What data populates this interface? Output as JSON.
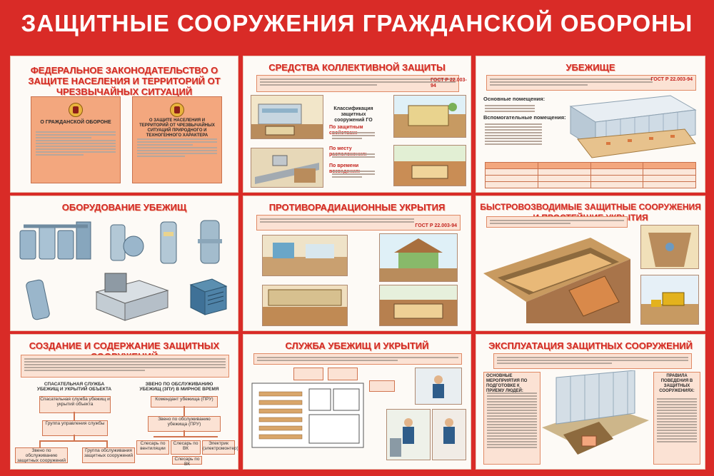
{
  "title": "ЗАЩИТНЫЕ СООРУЖЕНИЯ ГРАЖДАНСКОЙ ОБОРОНЫ",
  "colors": {
    "background": "#d92b27",
    "panel": "#fdfaf6",
    "accent": "#f3a77e",
    "heading": "#d32a24"
  },
  "panels": {
    "legislation": {
      "title": "ФЕДЕРАЛЬНОЕ ЗАКОНОДАТЕЛЬСТВО О ЗАЩИТЕ НАСЕЛЕНИЯ И ТЕРРИТОРИЙ ОТ ЧРЕЗВЫЧАЙНЫХ СИТУАЦИЙ",
      "law1_title": "О ГРАЖДАНСКОЙ ОБОРОНЕ",
      "law2_title": "О ЗАЩИТЕ НАСЕЛЕНИЯ И ТЕРРИТОРИЙ ОТ ЧРЕЗВЫЧАЙНЫХ СИТУАЦИЙ ПРИРОДНОГО И ТЕХНОГЕННОГО ХАРАКТЕРА"
    },
    "collective": {
      "title": "СРЕДСТВА КОЛЛЕКТИВНОЙ ЗАЩИТЫ",
      "classification_title": "Классификация защитных сооружений ГО",
      "std": "ГОСТ Р 22.003-94",
      "items": [
        "По защитным свойствам:",
        "По месту расположения:",
        "По времени возведения:"
      ]
    },
    "shelter": {
      "title": "УБЕЖИЩЕ",
      "main_rooms": "Основные помещения:",
      "aux_rooms": "Вспомогательные помещения:",
      "std": "ГОСТ Р 22.003-94"
    },
    "equipment": {
      "title": "ОБОРУДОВАНИЕ УБЕЖИЩ"
    },
    "antiradiation": {
      "title": "ПРОТИВОРАДИАЦИОННЫЕ УКРЫТИЯ",
      "std": "ГОСТ Р 22.003-94"
    },
    "quick": {
      "title": "БЫСТРОВОЗВОДИМЫЕ ЗАЩИТНЫЕ СООРУЖЕНИЯ И ПРОСТЕЙШИЕ УКРЫТИЯ"
    },
    "maintenance": {
      "title": "СОЗДАНИЕ И СОДЕРЖАНИЕ ЗАЩИТНЫХ СООРУЖЕНИЙ",
      "left_header": "СПАСАТЕЛЬНАЯ СЛУЖБА УБЕЖИЩ И УКРЫТИЙ ОБЪЕКТА",
      "right_header": "ЗВЕНО ПО ОБСЛУЖИВАНИЮ УБЕЖИЩ (ЗПУ) В МИРНОЕ ВРЕМЯ",
      "box1": "Спасательная служба убежищ и укрытий объекта",
      "box2": "Группа управления службы",
      "box3": "Звено по обслуживанию защитных сооружений",
      "box4": "Группа обслуживания защитных сооружений",
      "box5": "Комендант убежища (ПРУ)",
      "box6": "Звено по обслуживанию убежища (ПРУ)",
      "box7": "Слесарь по вентиляции",
      "box8": "Слесарь по ВК",
      "box9": "Электрик (электромонтер)",
      "box10": "Слесарь по ВК"
    },
    "service": {
      "title": "СЛУЖБА УБЕЖИЩ И УКРЫТИЙ"
    },
    "operation": {
      "title": "ЭКСПЛУАТАЦИЯ ЗАЩИТНЫХ СООРУЖЕНИЙ",
      "left_title": "ОСНОВНЫЕ МЕРОПРИЯТИЯ ПО ПОДГОТОВКЕ К ПРИЕМУ ЛЮДЕЙ:",
      "right_title": "ПРАВИЛА ПОВЕДЕНИЯ В ЗАЩИТНЫХ СООРУЖЕНИЯХ:"
    }
  }
}
